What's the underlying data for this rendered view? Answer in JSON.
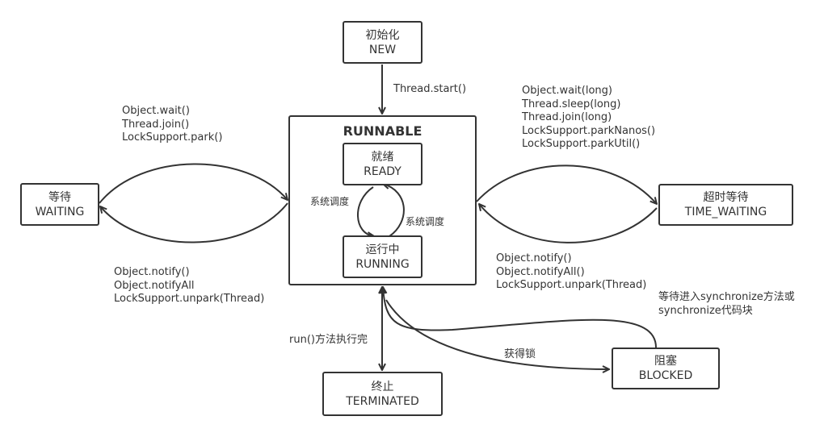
{
  "colors": {
    "stroke": "#333333",
    "text": "#333333",
    "background": "#ffffff"
  },
  "states": {
    "new": {
      "cn": "初始化",
      "en": "NEW"
    },
    "runnable": {
      "title": "RUNNABLE"
    },
    "ready": {
      "cn": "就绪",
      "en": "READY"
    },
    "running": {
      "cn": "运行中",
      "en": "RUNNING"
    },
    "waiting": {
      "cn": "等待",
      "en": "WAITING"
    },
    "timed_waiting": {
      "cn": "超时等待",
      "en": "TIME_WAITING"
    },
    "blocked": {
      "cn": "阻塞",
      "en": "BLOCKED"
    },
    "terminated": {
      "cn": "终止",
      "en": "TERMINATED"
    }
  },
  "labels": {
    "thread_start": "Thread.start()",
    "to_waiting": [
      "Object.wait()",
      "Thread.join()",
      "LockSupport.park()"
    ],
    "from_waiting": [
      "Object.notify()",
      "Object.notifyAll",
      "LockSupport.unpark(Thread)"
    ],
    "to_timed_waiting": [
      "Object.wait(long)",
      "Thread.sleep(long)",
      "Thread.join(long)",
      "LockSupport.parkNanos()",
      "LockSupport.parkUtil()"
    ],
    "from_timed_waiting": [
      "Object.notify()",
      "Object.notifyAll()",
      "LockSupport.unpark(Thread)"
    ],
    "schedule_left": "系统调度",
    "schedule_right": "系统调度",
    "run_complete": "run()方法执行完",
    "get_lock": "获得锁",
    "wait_sync": [
      "等待进入synchronize方法或",
      "synchronize代码块"
    ]
  }
}
